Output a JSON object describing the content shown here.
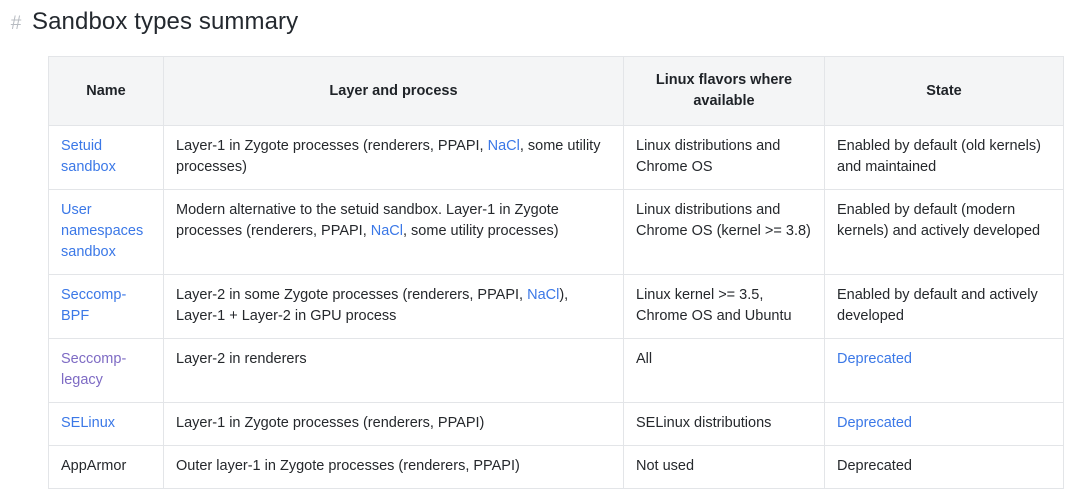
{
  "heading": {
    "anchor_glyph": "#",
    "anchor_icon": "hash-anchor-icon",
    "title": "Sandbox types summary"
  },
  "colors": {
    "link": "#3b78e7",
    "link_visited": "#7e6bc4",
    "header_background": "#f4f5f6",
    "border": "#e3e5e8",
    "text": "#25282c",
    "anchor_gray": "#b8bcc2"
  },
  "table": {
    "headers": [
      "Name",
      "Layer and process",
      "Linux flavors where available",
      "State"
    ],
    "rows": [
      {
        "name": "Setuid sandbox",
        "name_is_link": true,
        "name_visited": false,
        "layer_pre": "Layer-1 in Zygote processes (renderers, PPAPI, ",
        "layer_link": "NaCl",
        "layer_post": ", some utility processes)",
        "flavors": "Linux distributions and Chrome OS",
        "state": "Enabled by default (old kernels) and maintained",
        "state_is_link": false
      },
      {
        "name": "User namespaces sandbox",
        "name_is_link": true,
        "name_visited": false,
        "layer_pre": "Modern alternative to the setuid sandbox. Layer-1 in Zygote processes (renderers, PPAPI, ",
        "layer_link": "NaCl",
        "layer_post": ", some utility processes)",
        "flavors": "Linux distributions and Chrome OS (kernel >= 3.8)",
        "state": "Enabled by default (modern kernels) and actively developed",
        "state_is_link": false
      },
      {
        "name": "Seccomp-BPF",
        "name_is_link": true,
        "name_visited": false,
        "layer_pre": "Layer-2 in some Zygote processes (renderers, PPAPI, ",
        "layer_link": "NaCl",
        "layer_post": "), Layer-1 + Layer-2 in GPU process",
        "flavors": "Linux kernel >= 3.5, Chrome OS and Ubuntu",
        "state": "Enabled by default and actively developed",
        "state_is_link": false
      },
      {
        "name": "Seccomp-legacy",
        "name_is_link": true,
        "name_visited": true,
        "layer_pre": "Layer-2 in renderers",
        "layer_link": "",
        "layer_post": "",
        "flavors": "All",
        "state": "Deprecated",
        "state_is_link": true
      },
      {
        "name": "SELinux",
        "name_is_link": true,
        "name_visited": false,
        "layer_pre": "Layer-1 in Zygote processes (renderers, PPAPI)",
        "layer_link": "",
        "layer_post": "",
        "flavors": "SELinux distributions",
        "state": "Deprecated",
        "state_is_link": true
      },
      {
        "name": "AppArmor",
        "name_is_link": false,
        "name_visited": false,
        "layer_pre": "Outer layer-1 in Zygote processes (renderers, PPAPI)",
        "layer_link": "",
        "layer_post": "",
        "flavors": "Not used",
        "state": "Deprecated",
        "state_is_link": false
      }
    ]
  }
}
